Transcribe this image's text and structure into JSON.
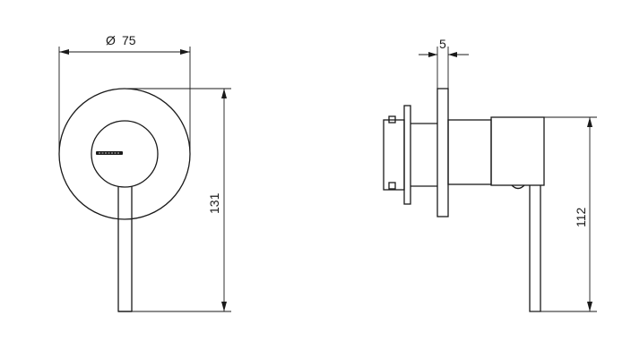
{
  "drawing": {
    "front_view": {
      "diameter_symbol": "Ø",
      "diameter_value": "75",
      "height_value": "131",
      "cap_marking": "brand-logo-mark"
    },
    "side_view": {
      "plate_thickness_value": "5",
      "height_value": "112"
    }
  }
}
